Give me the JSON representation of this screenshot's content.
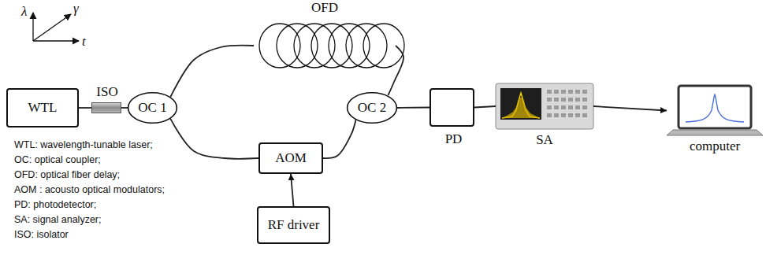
{
  "diagram": {
    "nodes": [
      {
        "text": [
          "WTL"
        ]
      },
      {
        "text": [
          "ISO"
        ]
      },
      {
        "text": [
          "OC 1"
        ]
      },
      {
        "text": [
          "OFD"
        ]
      },
      {
        "text": [
          "AOM"
        ]
      },
      {
        "text": [
          "RF driver"
        ]
      },
      {
        "text": [
          "OC 2"
        ]
      },
      {
        "text": [
          "PD"
        ]
      },
      {
        "text": [
          "SA"
        ]
      },
      {
        "text": [
          "computer"
        ]
      }
    ],
    "edges": [
      {
        "from": 0,
        "to": 1,
        "arrow": "none"
      },
      {
        "from": 1,
        "to": 2,
        "arrow": "none"
      },
      {
        "from": 2,
        "to": 3,
        "arrow": "none"
      },
      {
        "from": 3,
        "to": 6,
        "arrow": "none"
      },
      {
        "from": 2,
        "to": 4,
        "arrow": "none"
      },
      {
        "from": 4,
        "to": 6,
        "arrow": "none"
      },
      {
        "from": 5,
        "to": 4,
        "arrow": "to"
      },
      {
        "from": 6,
        "to": 7,
        "arrow": "none"
      },
      {
        "from": 7,
        "to": 8,
        "arrow": "none"
      },
      {
        "from": 8,
        "to": 9,
        "arrow": "to"
      }
    ],
    "labels": [
      "λ",
      "γ",
      "t",
      "WTL: wavelength-tunable laser;",
      "OC: optical coupler;",
      "OFD: optical fiber delay;",
      "AOM : acousto optical modulators;",
      "PD: photodetector;",
      "SA: signal analyzer;",
      "ISO: isolator"
    ]
  }
}
